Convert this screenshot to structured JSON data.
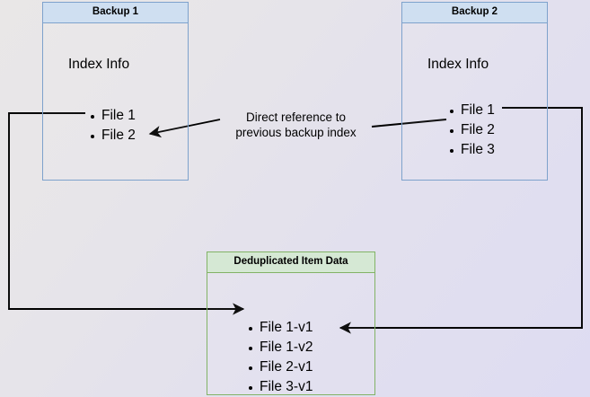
{
  "diagram": {
    "title_hidden": "Backup deduplication reference diagram",
    "nodes": {
      "backup1": {
        "header": "Backup 1",
        "index_label": "Index Info",
        "files": [
          "File 1",
          "File 2"
        ]
      },
      "backup2": {
        "header": "Backup 2",
        "index_label": "Index Info",
        "files": [
          "File 1",
          "File 2",
          "File 3"
        ]
      },
      "dedup": {
        "header": "Deduplicated Item Data",
        "files": [
          "File 1-v1",
          "File 1-v2",
          "File 2-v1",
          "File 3-v1"
        ]
      }
    },
    "annotations": {
      "direct_reference": "Direct reference to\nprevious backup index"
    },
    "colors": {
      "blue_border": "#7ea2cc",
      "blue_header_fill": "#cfdff1",
      "green_border": "#82b366",
      "green_header_fill": "#d5e8d4",
      "connector": "#000000",
      "background_start": "#e9e7e7",
      "background_end": "#dedcf2"
    }
  }
}
